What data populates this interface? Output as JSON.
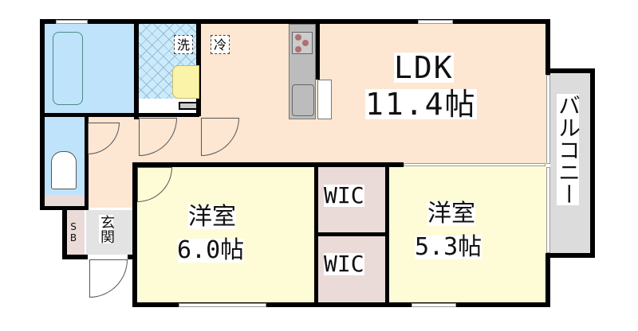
{
  "floorplan": {
    "rooms": {
      "ldk": {
        "name": "LDK",
        "size": "11.4帖"
      },
      "western_1": {
        "name": "洋室",
        "size": "6.0帖"
      },
      "western_2": {
        "name": "洋室",
        "size": "5.3帖"
      },
      "wic_1": {
        "name": "WIC"
      },
      "wic_2": {
        "name": "WIC"
      },
      "entrance": {
        "name": "玄関"
      },
      "shoebox": {
        "name": "SB"
      },
      "balcony": {
        "name": "バルコニー"
      }
    },
    "fixtures": {
      "washer": "洗",
      "fridge": "冷"
    },
    "colors": {
      "ldk": "#fde6d2",
      "western": "#fefcd6",
      "bath": "#bfe3fb",
      "wic": "#eadbd8",
      "balcony": "#dcdcdc",
      "wall": "#000000"
    }
  }
}
